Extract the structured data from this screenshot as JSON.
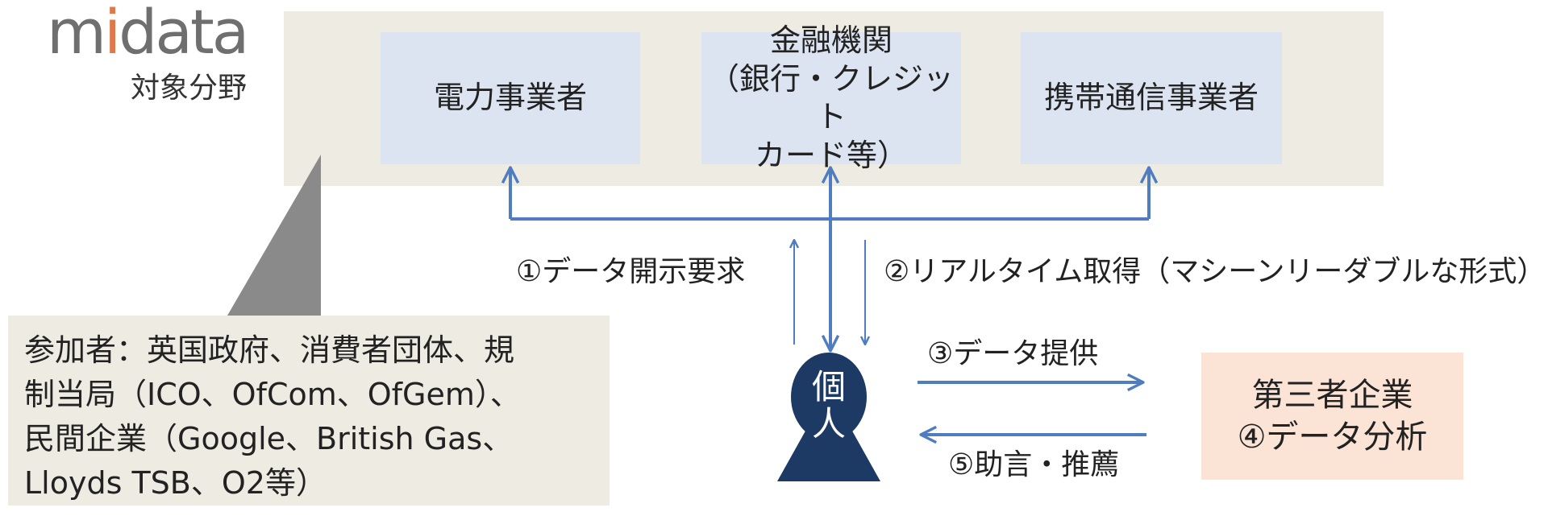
{
  "logo": {
    "text_pre": "m",
    "text_accent": "i",
    "text_post": "data",
    "subtitle": "対象分野",
    "accent_color": "#e0784a"
  },
  "sectors": {
    "electricity": "電力事業者",
    "finance": [
      "金融機関",
      "（銀行・クレジット",
      "カード等）"
    ],
    "mobile": "携帯通信事業者"
  },
  "flows": {
    "step1": "①データ開示要求",
    "step2": "②リアルタイム取得（マシーンリーダブルな形式）",
    "step3": "③データ提供",
    "step5": "⑤助言・推薦"
  },
  "person": {
    "label": [
      "個",
      "人"
    ]
  },
  "third_party": {
    "name": "第三者企業",
    "step4": "④データ分析"
  },
  "participants": {
    "lines": [
      "参加者：英国政府、消費者団体、規",
      "制当局（ICO、OfCom、OfGem）、",
      "民間企業（Google、British Gas、",
      "Lloyds TSB、O2等）"
    ]
  },
  "colors": {
    "arrow": "#4f7dbf",
    "person": "#1c3a64",
    "band": "#edebe2",
    "sector_box": "#dbe4f0",
    "third_party_box": "#fbe3d5",
    "callout": "#edebe2",
    "callout_pointer": "#8a8a8a"
  }
}
